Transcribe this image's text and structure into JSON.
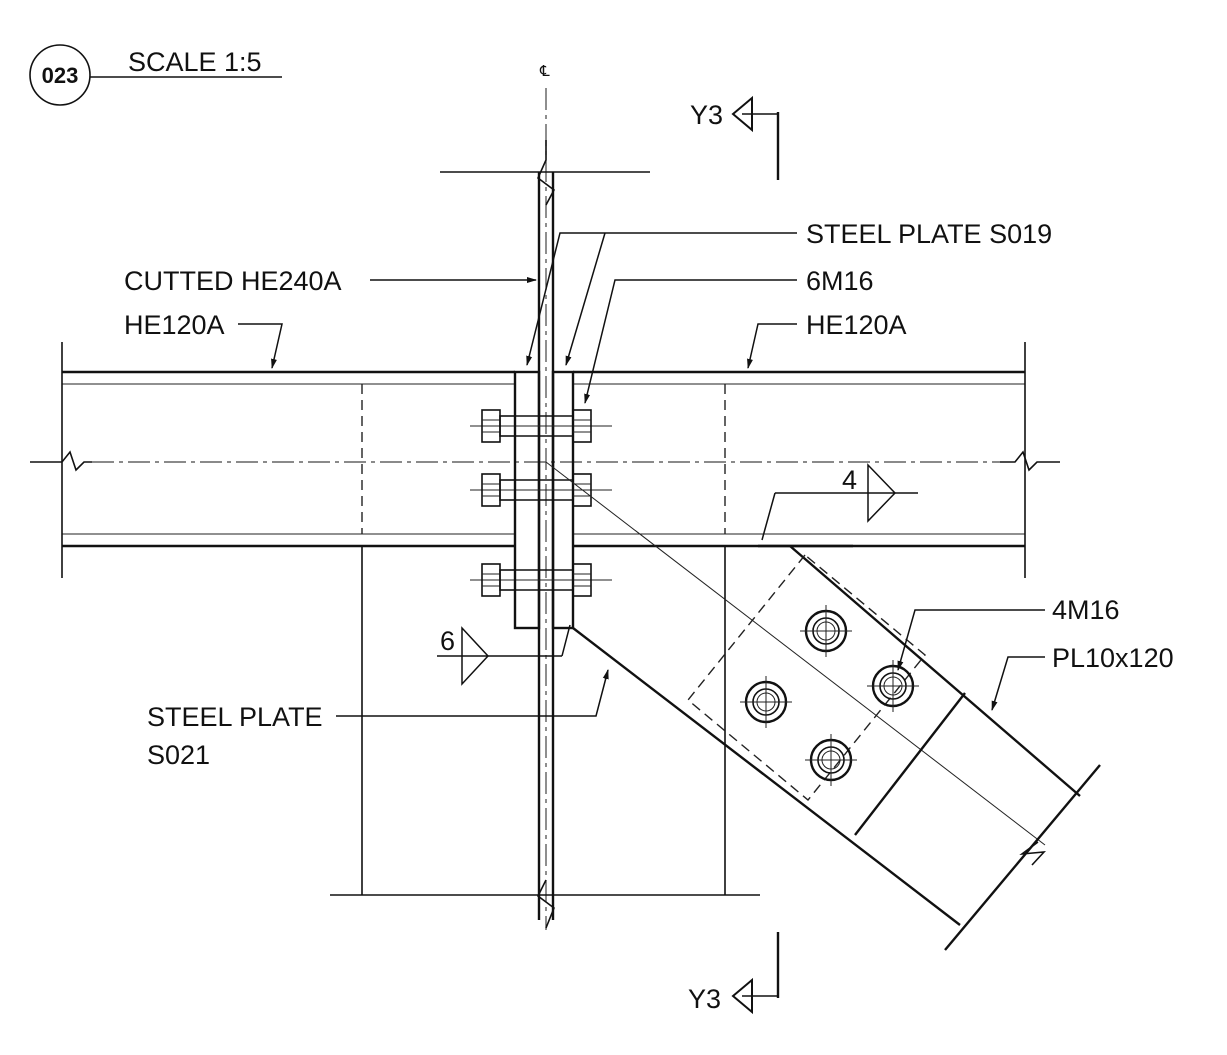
{
  "detail": {
    "number": "023",
    "scale": "SCALE 1:5",
    "centerline_symbol": "℄"
  },
  "labels": {
    "steel_plate_s019": "STEEL PLATE S019",
    "cutted_he240a": "CUTTED HE240A",
    "bolts_6m16": "6M16",
    "he120a_left": "HE120A",
    "he120a_right": "HE120A",
    "bolts_4m16": "4M16",
    "pl10x120": "PL10x120",
    "steel_plate_s021_line1": "STEEL PLATE",
    "steel_plate_s021_line2": "S021"
  },
  "section_marks": {
    "top": "Y3",
    "bottom": "Y3"
  },
  "welds": {
    "upper_size": "4",
    "lower_size": "6"
  }
}
